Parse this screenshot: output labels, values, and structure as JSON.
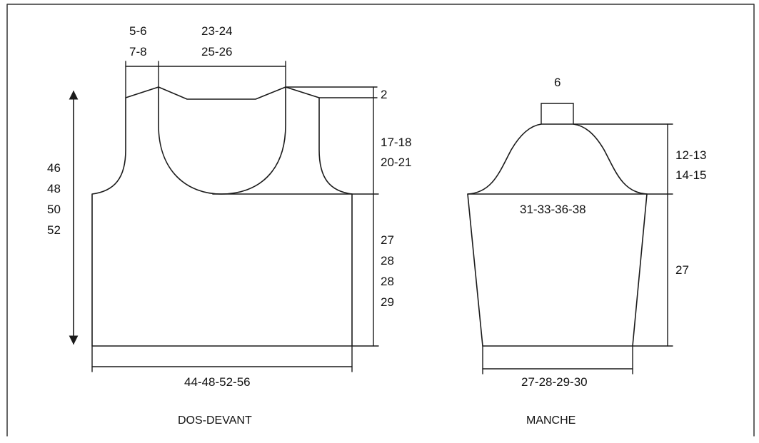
{
  "colors": {
    "line": "#1a1a1a",
    "text": "#111111",
    "frame": "#333333",
    "background": "#ffffff"
  },
  "dos_devant": {
    "caption": "DOS-DEVANT",
    "shoulder_width": [
      "5-6",
      "7-8"
    ],
    "neck_width": [
      "23-24",
      "25-26"
    ],
    "shoulder_slope": "2",
    "armhole_depth": [
      "17-18",
      "20-21"
    ],
    "total_length": [
      "46",
      "48",
      "50",
      "52"
    ],
    "body_length": [
      "27",
      "28",
      "28",
      "29"
    ],
    "width": "44-48-52-56"
  },
  "manche": {
    "caption": "MANCHE",
    "top_width": "6",
    "cap_height": [
      "12-13",
      "14-15"
    ],
    "upper_width": "31-33-36-38",
    "length": "27",
    "cuff_width": "27-28-29-30"
  }
}
